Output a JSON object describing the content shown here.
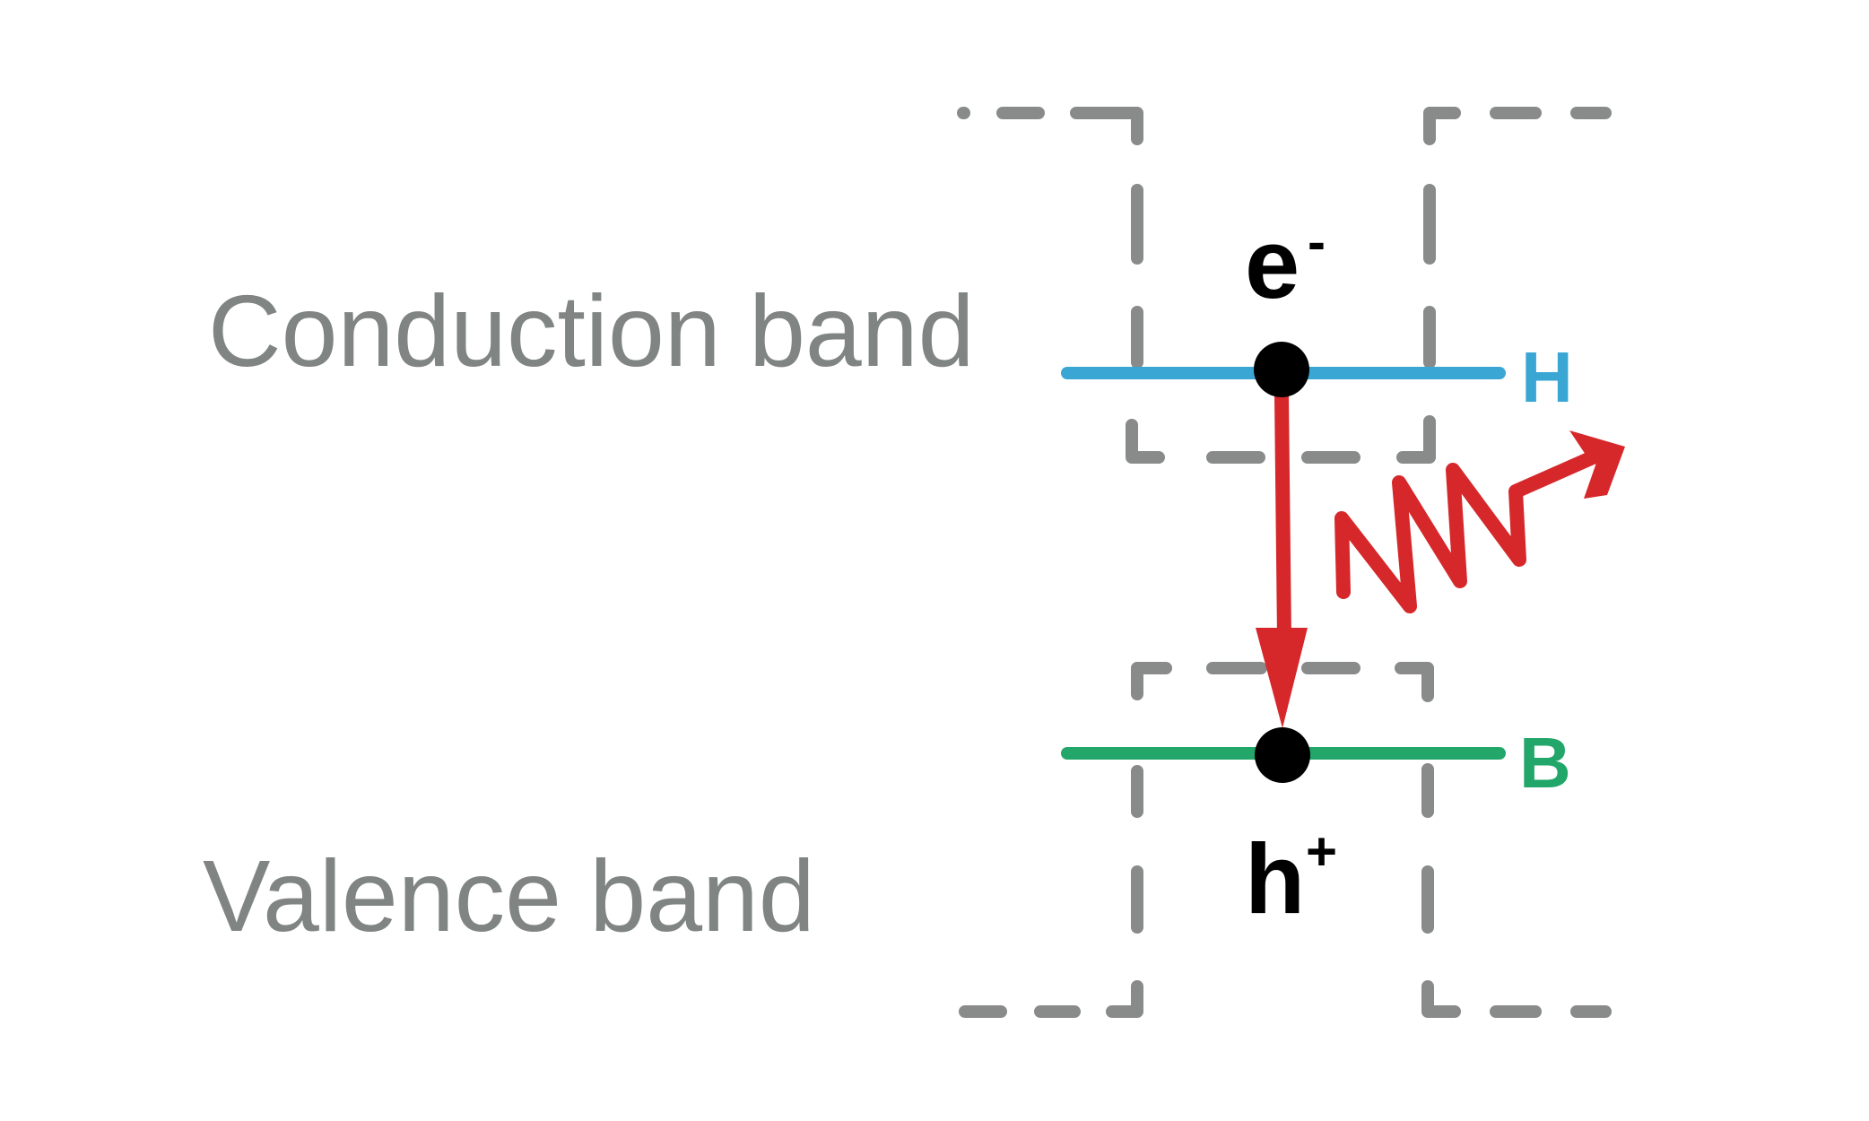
{
  "labels": {
    "conduction_band": "Conduction band",
    "valence_band": "Valence band",
    "electron": "e",
    "electron_charge": "-",
    "hole": "h",
    "hole_charge": "+",
    "upper_level": "H",
    "lower_level": "B"
  },
  "colors": {
    "band_text": "#808584",
    "dashed_outline": "#888b89",
    "upper_level_line": "#3aa6d4",
    "lower_level_line": "#22a66a",
    "transition_arrow": "#d6282b",
    "carrier_dot": "#000000"
  },
  "icons": {
    "transition": "down-arrow-icon",
    "emission": "photon-wavy-arrow-icon"
  }
}
